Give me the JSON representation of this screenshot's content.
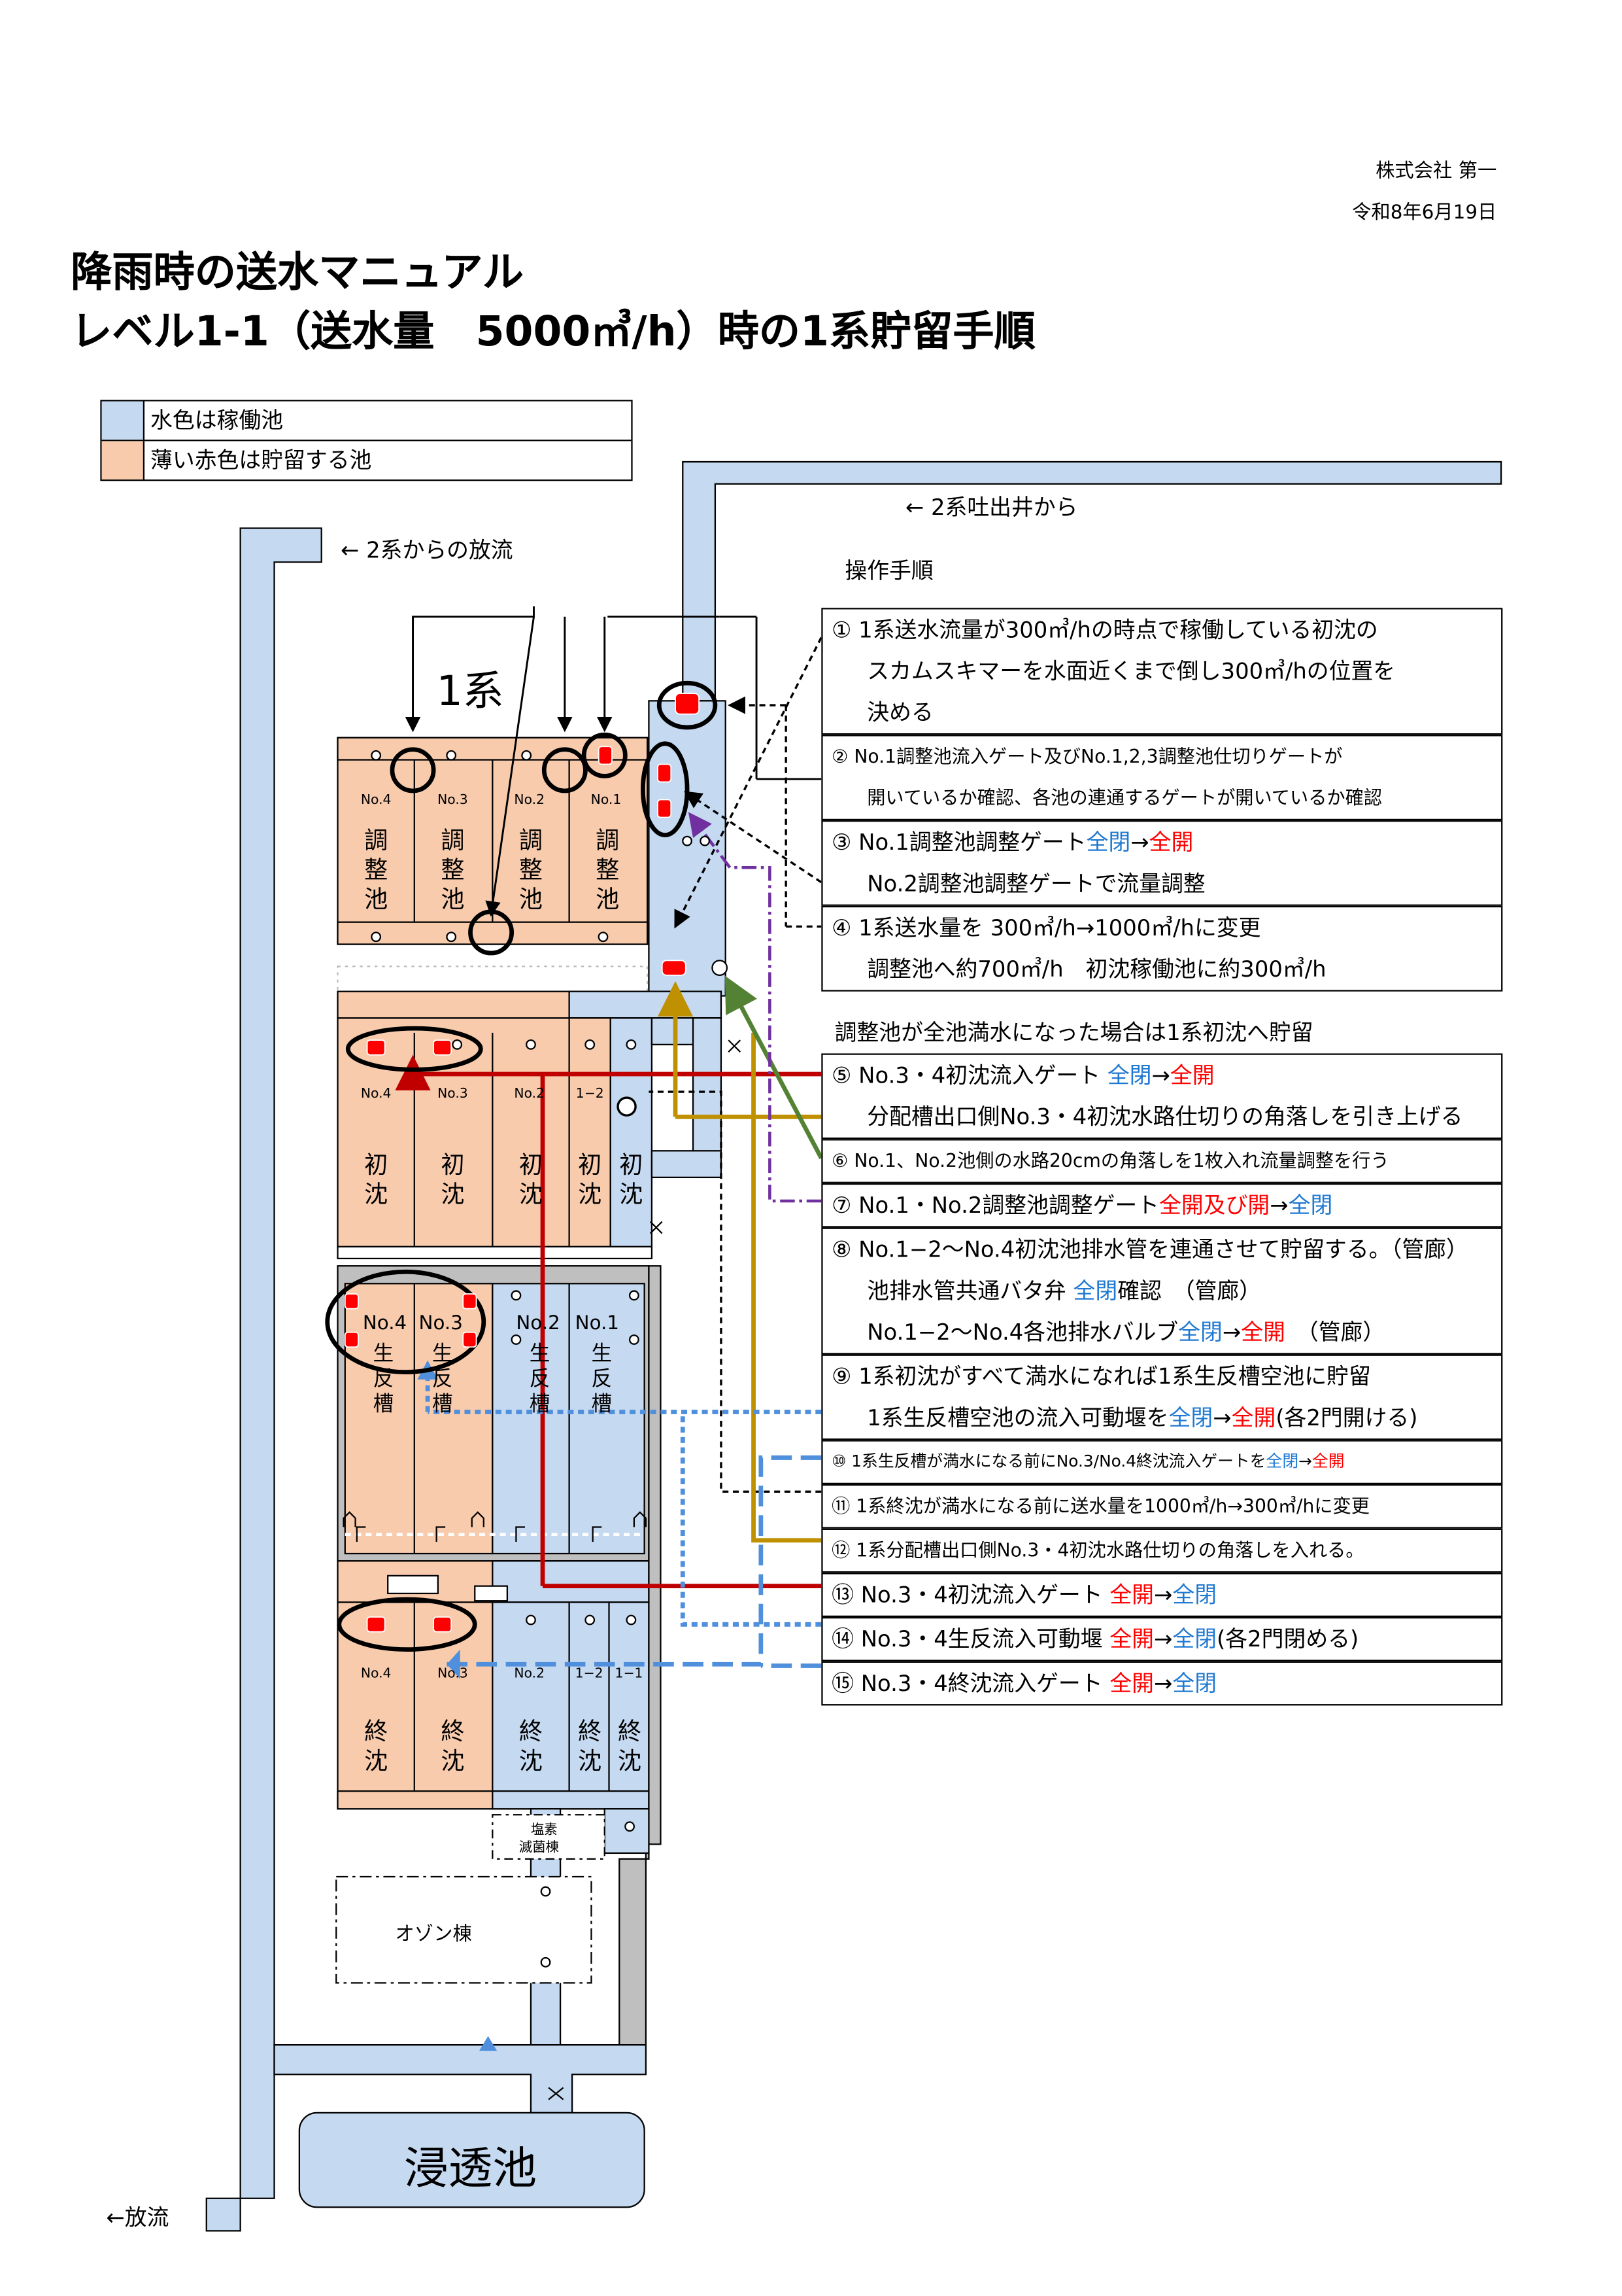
{
  "header": {
    "company": "株式会社 第一",
    "date": "令和8年6月19日",
    "title1": "降雨時の送水マニュアル",
    "title2": "レベル1-1（送水量　5000㎥/h）時の1系貯留手順"
  },
  "legend": [
    {
      "label": "水色は稼働池",
      "color": "#c5d9f1"
    },
    {
      "label": "薄い赤色は貯留する池",
      "color": "#f8cbad"
    }
  ],
  "colors": {
    "operating": "#c5d9f1",
    "storage": "#f8cbad",
    "blue_text": "#1f78d1",
    "red_text": "#ff0000",
    "pipe_red": "#c00000",
    "pipe_gold": "#bf9000",
    "pipe_green": "#548235",
    "pipe_purple": "#7030a0",
    "pipe_blue": "#4f8fdc"
  },
  "labels": {
    "from_sys2_outlet": "← 2系吐出井から",
    "from_sys2_discharge": "← 2系からの放流",
    "system1": "1系",
    "procedure": "操作手順",
    "discharge": "←放流",
    "ozone": "オゾン棟",
    "chlorine1": "塩素",
    "chlorine2": "滅菌棟",
    "infiltration": "浸透池",
    "mid_note": "調整池が全池満水になった場合は1系初沈へ貯留"
  },
  "pools": {
    "adjust": {
      "char": "調整池",
      "nums": [
        "No.4",
        "No.3",
        "No.2",
        "No.1"
      ]
    },
    "primary": {
      "char": "初沈",
      "nums": [
        "No.4",
        "No.3",
        "No.2",
        "1−2"
      ]
    },
    "bio": {
      "char": "生反槽",
      "nums": [
        "No.4",
        "No.3",
        "No.2",
        "No.1"
      ]
    },
    "final": {
      "char": "終沈",
      "nums": [
        "No.4",
        "No.3",
        "No.2",
        "1−2",
        "1−1"
      ]
    }
  },
  "steps": [
    {
      "id": "s1",
      "lines": [
        [
          {
            "t": "① 1系送水流量が300㎥/hの時点で稼働している初沈の"
          }
        ],
        [
          {
            "t": "スカムスキマーを水面近くまで倒し300㎥/hの位置を"
          }
        ],
        [
          {
            "t": "決める"
          }
        ]
      ]
    },
    {
      "id": "s2",
      "lines": [
        [
          {
            "t": "② No.1調整池流入ゲート及びNo.1,2,3調整池仕切りゲートが"
          }
        ],
        [
          {
            "t": "開いているか確認、各池の連通するゲートが開いているか確認"
          }
        ]
      ]
    },
    {
      "id": "s3",
      "lines": [
        [
          {
            "t": "③ No.1調整池調整ゲート"
          },
          {
            "t": "全閉",
            "c": "b"
          },
          {
            "t": "→"
          },
          {
            "t": "全開",
            "c": "r"
          }
        ],
        [
          {
            "t": "No.2調整池調整ゲートで流量調整"
          }
        ]
      ]
    },
    {
      "id": "s4",
      "lines": [
        [
          {
            "t": "④ 1系送水量を 300㎥/h→1000㎥/hに変更"
          }
        ],
        [
          {
            "t": "調整池へ約700㎥/h　初沈稼働池に約300㎥/h"
          }
        ]
      ]
    },
    {
      "id": "s5",
      "lines": [
        [
          {
            "t": "⑤ No.3・4初沈流入ゲート "
          },
          {
            "t": "全閉",
            "c": "b"
          },
          {
            "t": "→"
          },
          {
            "t": "全開",
            "c": "r"
          }
        ],
        [
          {
            "t": "分配槽出口側No.3・4初沈水路仕切りの角落しを引き上げる"
          }
        ]
      ]
    },
    {
      "id": "s6",
      "lines": [
        [
          {
            "t": "⑥ No.1、No.2池側の水路20cmの角落しを1枚入れ流量調整を行う"
          }
        ]
      ]
    },
    {
      "id": "s7",
      "lines": [
        [
          {
            "t": "⑦ No.1・No.2調整池調整ゲート"
          },
          {
            "t": "全開及び開",
            "c": "r"
          },
          {
            "t": "→"
          },
          {
            "t": "全閉",
            "c": "b"
          }
        ]
      ]
    },
    {
      "id": "s8",
      "lines": [
        [
          {
            "t": "⑧ No.1−2〜No.4初沈池排水管を連通させて貯留する。（管廊）"
          }
        ],
        [
          {
            "t": "池排水管共通バタ弁 "
          },
          {
            "t": "全閉",
            "c": "b"
          },
          {
            "t": "確認　（管廊）"
          }
        ],
        [
          {
            "t": "No.1−2〜No.4各池排水バルブ"
          },
          {
            "t": "全閉",
            "c": "b"
          },
          {
            "t": "→"
          },
          {
            "t": "全開",
            "c": "r"
          },
          {
            "t": "　（管廊）"
          }
        ]
      ]
    },
    {
      "id": "s9",
      "lines": [
        [
          {
            "t": "⑨ 1系初沈がすべて満水になれば1系生反槽空池に貯留"
          }
        ],
        [
          {
            "t": "1系生反槽空池の流入可動堰を"
          },
          {
            "t": "全閉",
            "c": "b"
          },
          {
            "t": "→"
          },
          {
            "t": "全開",
            "c": "r"
          },
          {
            "t": "(各2門開ける)"
          }
        ]
      ]
    },
    {
      "id": "s10",
      "lines": [
        [
          {
            "t": "⑩ 1系生反槽が満水になる前にNo.3/No.4終沈流入ゲートを"
          },
          {
            "t": "全閉",
            "c": "b"
          },
          {
            "t": "→"
          },
          {
            "t": "全開",
            "c": "r"
          }
        ]
      ]
    },
    {
      "id": "s11",
      "lines": [
        [
          {
            "t": "⑪ 1系終沈が満水になる前に送水量を1000㎥/h→300㎥/hに変更"
          }
        ]
      ]
    },
    {
      "id": "s12",
      "lines": [
        [
          {
            "t": "⑫ 1系分配槽出口側No.3・4初沈水路仕切りの角落しを入れる。"
          }
        ]
      ]
    },
    {
      "id": "s13",
      "lines": [
        [
          {
            "t": "⑬ No.3・4初沈流入ゲート "
          },
          {
            "t": "全開",
            "c": "r"
          },
          {
            "t": "→"
          },
          {
            "t": "全閉",
            "c": "b"
          }
        ]
      ]
    },
    {
      "id": "s14",
      "lines": [
        [
          {
            "t": "⑭ No.3・4生反流入可動堰 "
          },
          {
            "t": "全開",
            "c": "r"
          },
          {
            "t": "→"
          },
          {
            "t": "全閉",
            "c": "b"
          },
          {
            "t": "(各2門閉める)"
          }
        ]
      ]
    },
    {
      "id": "s15",
      "lines": [
        [
          {
            "t": "⑮ No.3・4終沈流入ゲート "
          },
          {
            "t": "全開",
            "c": "r"
          },
          {
            "t": "→"
          },
          {
            "t": "全閉",
            "c": "b"
          }
        ]
      ]
    }
  ]
}
